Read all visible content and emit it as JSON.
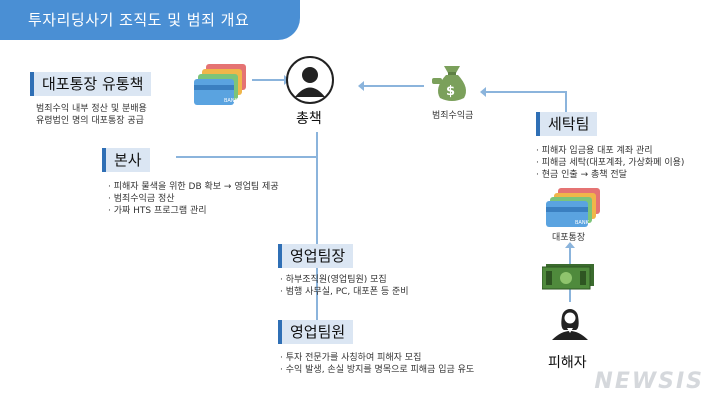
{
  "title": "투자리딩사기 조직도 및 범죄 개요",
  "top_leader": {
    "label": "총책"
  },
  "boxes": {
    "account": {
      "label": "대포통장 유통책",
      "lines": [
        "범죄수익 내부 정산 및 분배용",
        "유령법인 명의 대포통장 공급"
      ]
    },
    "hq": {
      "label": "본사",
      "lines": [
        "· 피해자 물색을 위한 DB 확보 → 영업팀 제공",
        "· 범죄수익금 정산",
        "· 가짜 HTS 프로그램 관리"
      ]
    },
    "team_lead": {
      "label": "영업팀장",
      "lines": [
        "· 하부조직원(영업팀원) 모집",
        "· 범행 사무실, PC, 대포폰 등 준비"
      ]
    },
    "team_member": {
      "label": "영업팀원",
      "lines": [
        "· 투자 전문가를 사칭하여 피해자 모집",
        "· 수익 발생, 손실 방지를 명목으로 피해금 입금 유도"
      ]
    },
    "laundry": {
      "label": "세탁팀",
      "lines": [
        "· 피해자 입금용 대포 계좌 관리",
        "· 피해금 세탁(대포계좌, 가상화폐 이용)",
        "· 현금 인출 → 총책 전달"
      ]
    }
  },
  "money_bag_label": "범죄수익금",
  "bank_label": "대포통장",
  "victim_label": "피해자",
  "bank_card_text": "BANK",
  "watermark": "NEWSIS",
  "colors": {
    "title_bg": "#4a8fd4",
    "label_bg": "#dbe6f3",
    "accent": "#2f6fb5",
    "line": "#8bb4dc"
  }
}
